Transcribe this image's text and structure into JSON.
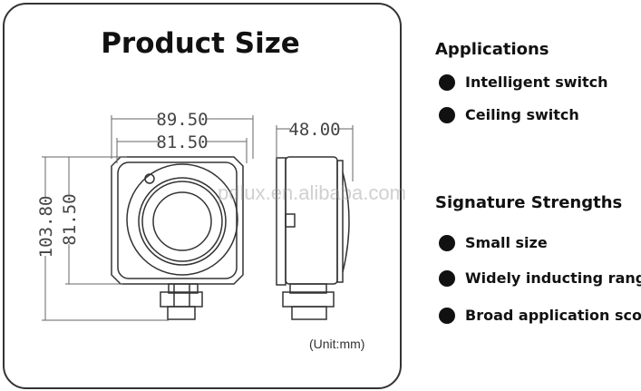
{
  "title": "Product Size",
  "dimensions": {
    "front_width_outer": "89.50",
    "front_width_inner": "81.50",
    "height_outer": "103.80",
    "height_inner": "81.50",
    "side_depth": "48.00"
  },
  "unit": "(Unit:mm)",
  "watermark": "pdlux.en.alibaba.com",
  "applications": {
    "heading": "Applications",
    "items": [
      "Intelligent switch",
      "Ceiling switch"
    ]
  },
  "strengths": {
    "heading": "Signature Strengths",
    "items": [
      "Small size",
      "Widely inducting range",
      "Broad application scope"
    ]
  }
}
